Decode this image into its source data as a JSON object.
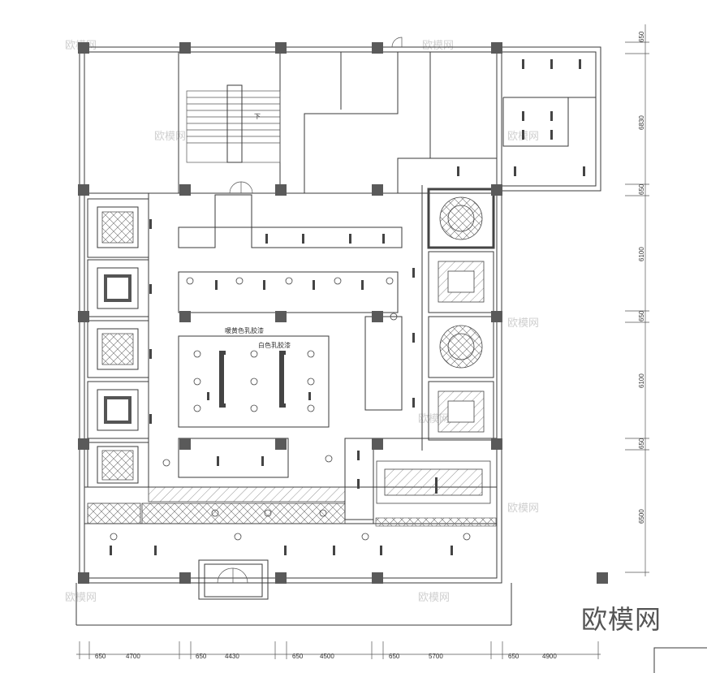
{
  "brand": "欧模网",
  "watermark": "欧模网",
  "notes": {
    "ceiling_1": "暖黄色乳胶漆",
    "ceiling_2": "白色乳胶漆",
    "stair": "下"
  },
  "dims_bottom": [
    "650",
    "4700",
    "650",
    "4430",
    "650",
    "4500",
    "650",
    "5700",
    "650",
    "4900"
  ],
  "dims_right": [
    "650",
    "6830",
    "650",
    "6100",
    "650",
    "6100",
    "650",
    "6500"
  ],
  "colors": {
    "line": "#3a3a3a",
    "column": "#5a5a5a",
    "watermark": "#cfcfcf"
  }
}
